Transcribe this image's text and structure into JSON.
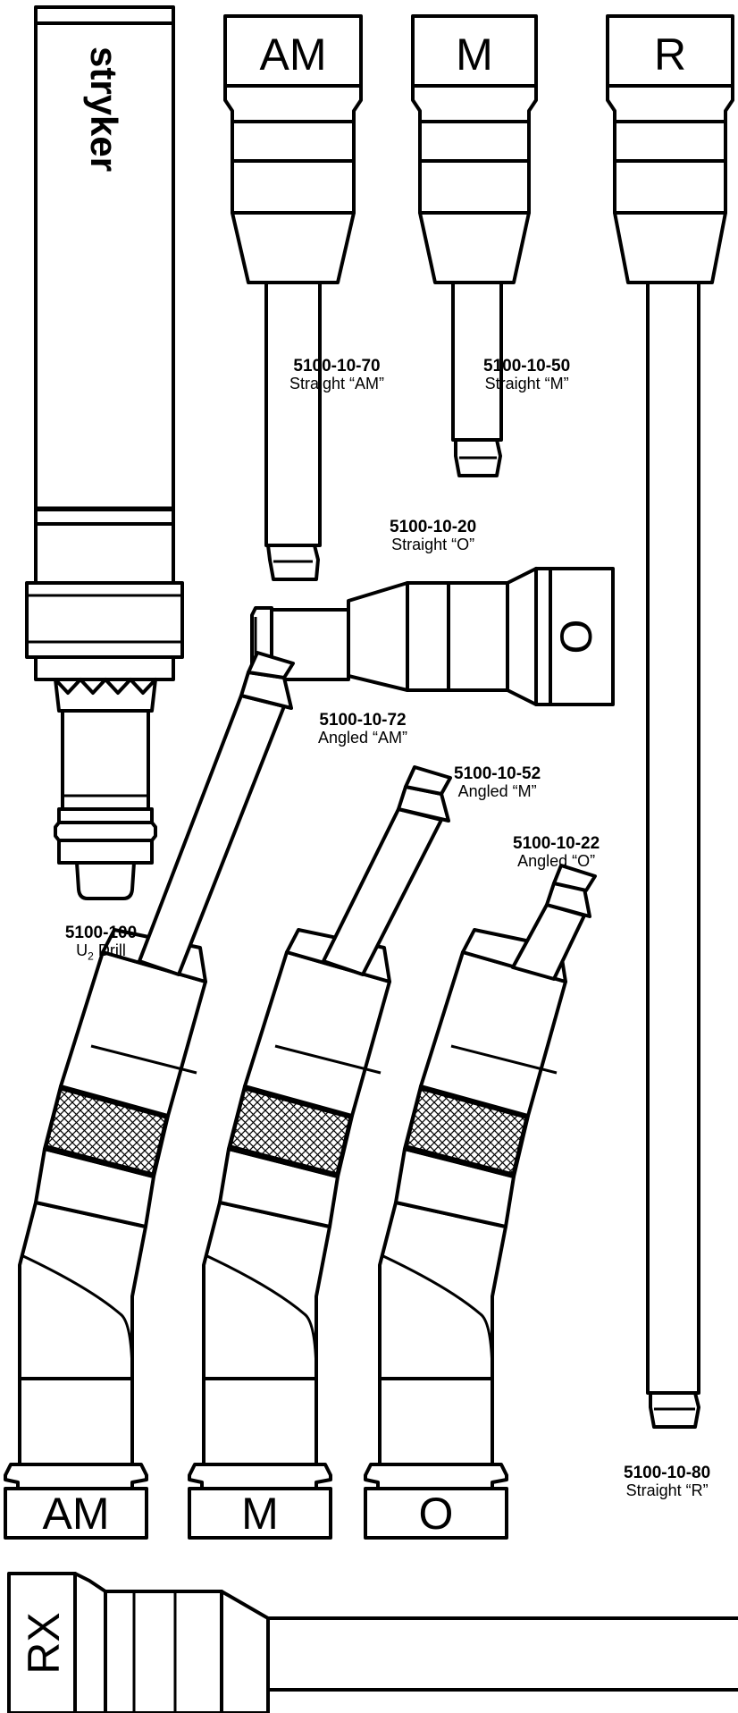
{
  "handpiece": {
    "brand": "stryker",
    "part_number": "5100-100",
    "name_prefix": "U",
    "name_sub": "2",
    "name_suffix": " Drill"
  },
  "attachments": [
    {
      "id": "straight-am",
      "part_number": "5100-10-70",
      "name": "Straight “AM”",
      "tag": "AM"
    },
    {
      "id": "straight-m",
      "part_number": "5100-10-50",
      "name": "Straight “M”",
      "tag": "M"
    },
    {
      "id": "straight-r",
      "part_number": "5100-10-80",
      "name": "Straight “R”",
      "tag": "R"
    },
    {
      "id": "straight-o",
      "part_number": "5100-10-20",
      "name": "Straight “O”",
      "tag": "O"
    },
    {
      "id": "angled-am",
      "part_number": "5100-10-72",
      "name": "Angled “AM”",
      "tag": "AM"
    },
    {
      "id": "angled-m",
      "part_number": "5100-10-52",
      "name": "Angled “M”",
      "tag": "M"
    },
    {
      "id": "angled-o",
      "part_number": "5100-10-22",
      "name": "Angled “O”",
      "tag": "O"
    },
    {
      "id": "rx",
      "tag": "RX"
    }
  ]
}
